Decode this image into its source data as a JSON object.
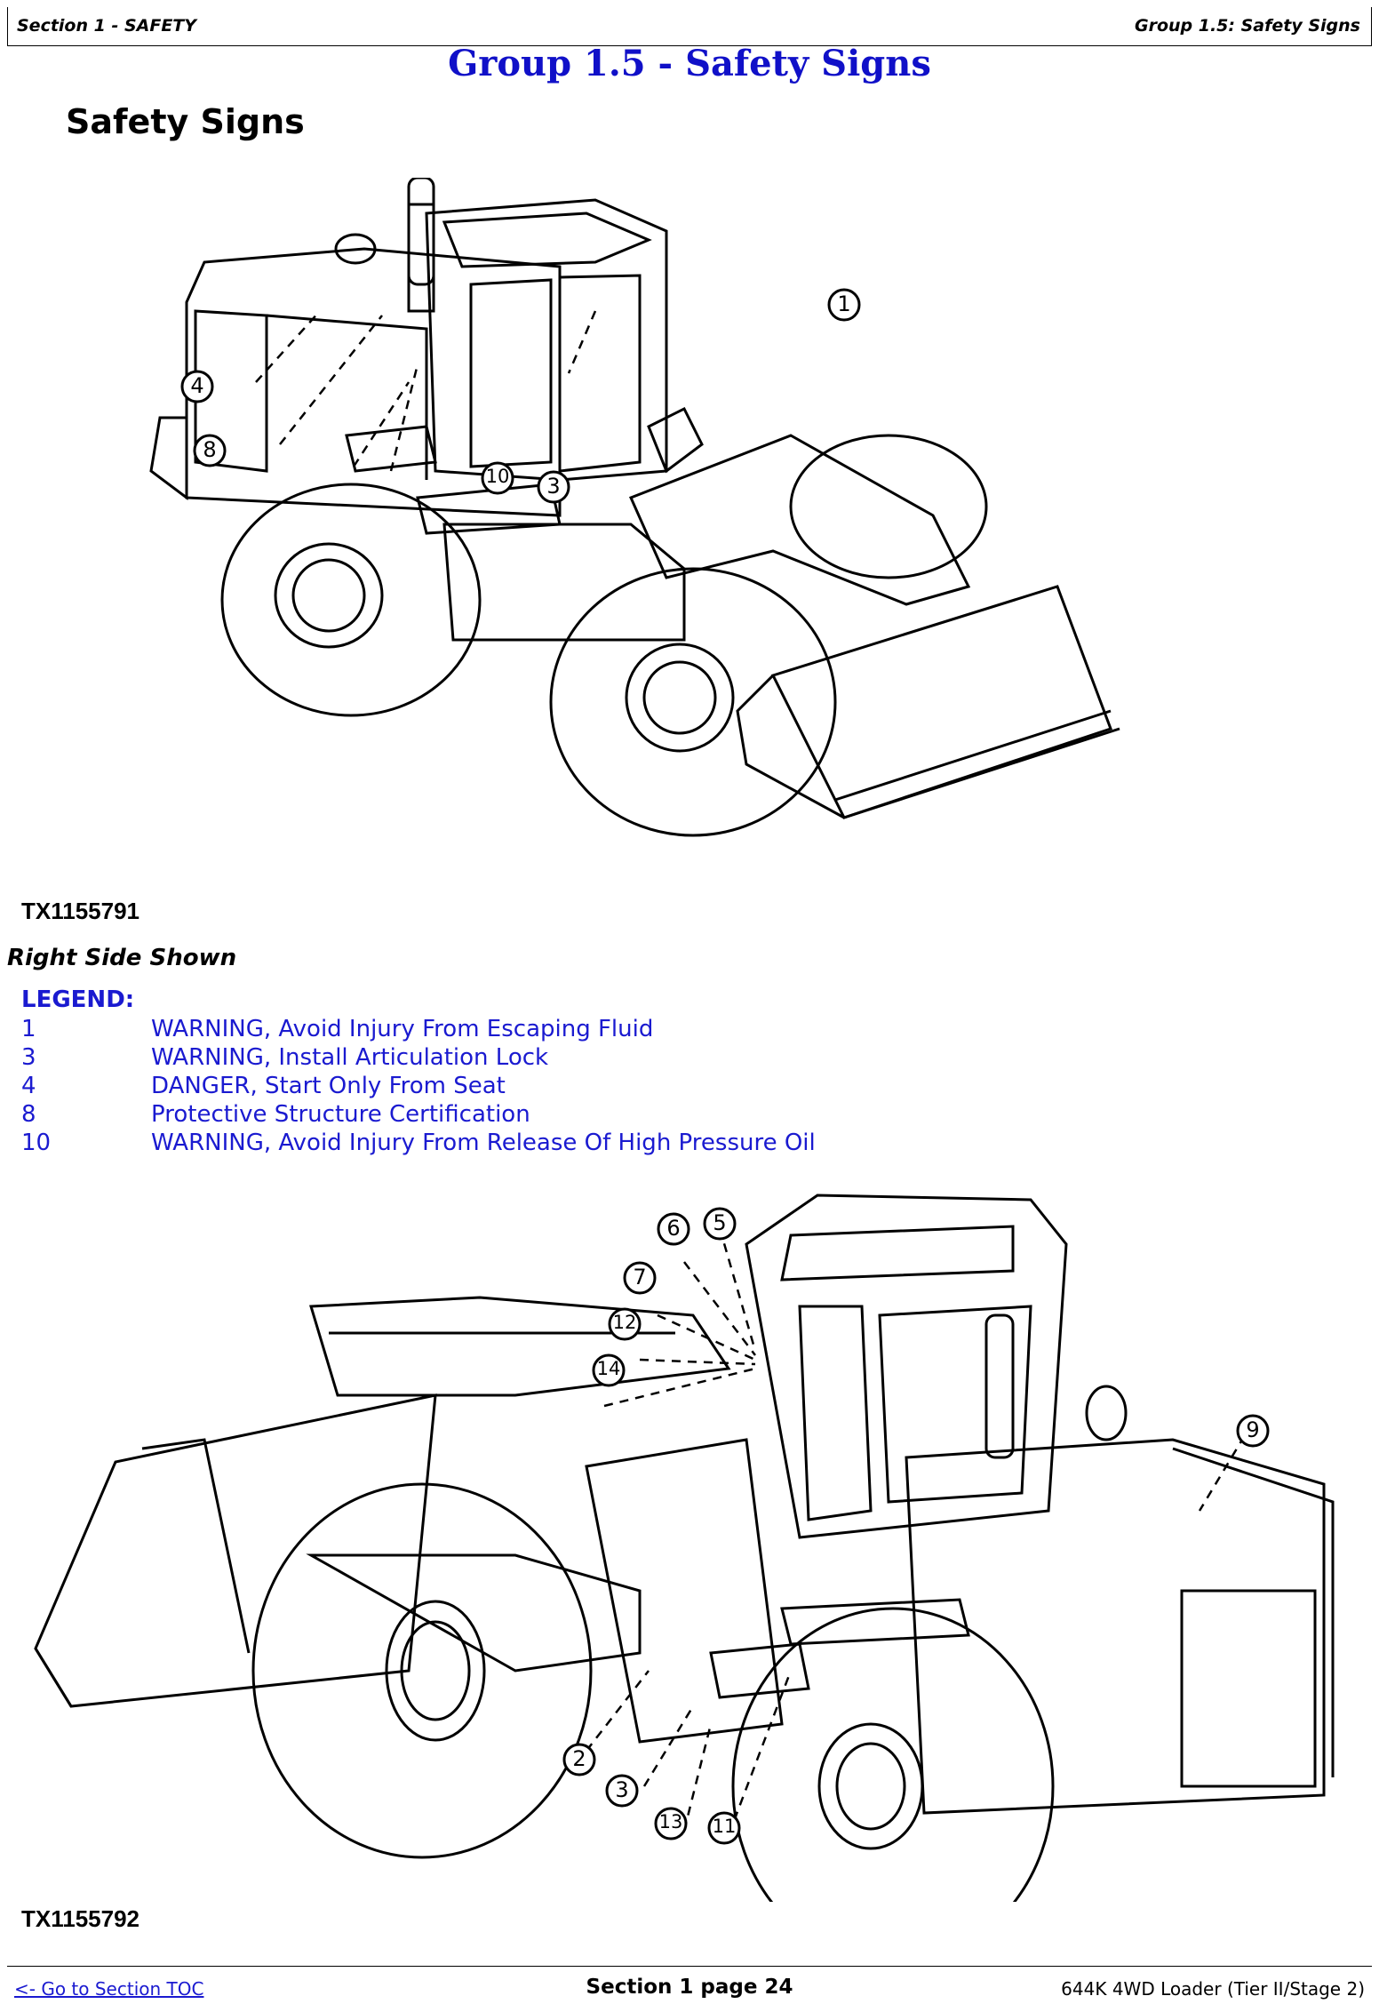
{
  "header": {
    "section": "Section 1 - SAFETY",
    "group": "Group 1.5: Safety Signs"
  },
  "title": "Group 1.5 - Safety Signs",
  "heading": "Safety Signs",
  "figure1": {
    "id": "TX1155791",
    "caption": "Right Side Shown",
    "callouts": [
      "1",
      "4",
      "8",
      "10",
      "3"
    ]
  },
  "legend": {
    "title": "LEGEND:",
    "items": [
      {
        "num": "1",
        "text": "WARNING, Avoid Injury From Escaping Fluid"
      },
      {
        "num": "3",
        "text": "WARNING, Install Articulation Lock"
      },
      {
        "num": "4",
        "text": "DANGER, Start Only From Seat"
      },
      {
        "num": "8",
        "text": "Protective Structure Certification"
      },
      {
        "num": "10",
        "text": "WARNING, Avoid Injury From Release Of High Pressure Oil"
      }
    ]
  },
  "figure2": {
    "id": "TX1155792",
    "callouts": [
      "6",
      "5",
      "7",
      "12",
      "14",
      "9",
      "2",
      "3",
      "13",
      "11"
    ]
  },
  "footer": {
    "toc_link": "<- Go to Section TOC",
    "page": "Section 1 page 24",
    "model": "644K 4WD Loader (Tier II/Stage 2)"
  }
}
